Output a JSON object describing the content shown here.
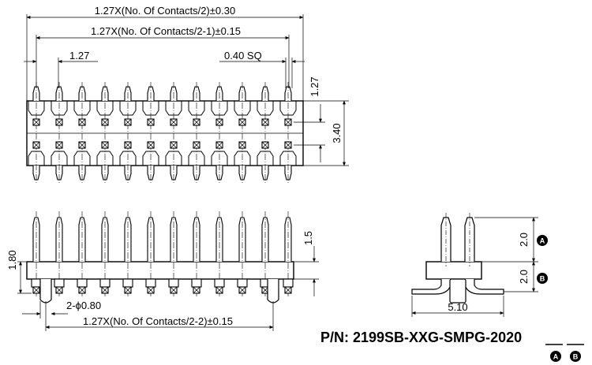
{
  "drawing": {
    "top_view": {
      "dim_overall": "1.27X(No. Of Contacts/2)±0.30",
      "dim_pin_span": "1.27X(No. Of Contacts/2-1)±0.15",
      "dim_pitch": "1.27",
      "dim_pin_size": "0.40 SQ",
      "dim_row_pitch": "1.27",
      "dim_body_height": "3.40",
      "pins_per_row": 12
    },
    "front_view": {
      "dim_tail_length": "1.5",
      "dim_insulator": "1.80",
      "dim_post_diameter": "2-ϕ0.80",
      "dim_post_span": "1.27X(No. Of Contacts/2-2)±0.15",
      "pins": 12
    },
    "side_view": {
      "dim_upper": "2.0",
      "dim_lower": "2.0",
      "dim_width": "5.10",
      "marker_a": "A",
      "marker_b": "B"
    },
    "part_number": {
      "prefix": "P/N: 2199SB-XXG-SMPG-",
      "code_a": "20",
      "code_b": "20",
      "marker_a": "A",
      "marker_b": "B"
    }
  }
}
